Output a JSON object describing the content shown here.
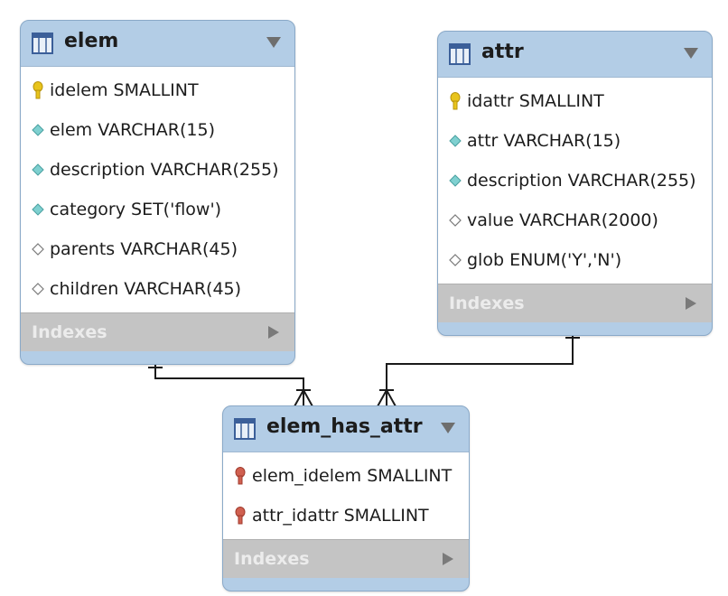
{
  "tables": {
    "elem": {
      "name": "elem",
      "columns": [
        {
          "text": "idelem SMALLINT",
          "icon": "key-icon"
        },
        {
          "text": "elem VARCHAR(15)",
          "icon": "filled-diamond-icon"
        },
        {
          "text": "description VARCHAR(255)",
          "icon": "filled-diamond-icon"
        },
        {
          "text": "category SET('flow')",
          "icon": "filled-diamond-icon"
        },
        {
          "text": "parents VARCHAR(45)",
          "icon": "hollow-diamond-icon"
        },
        {
          "text": "children VARCHAR(45)",
          "icon": "hollow-diamond-icon"
        }
      ],
      "indexes_label": "Indexes"
    },
    "attr": {
      "name": "attr",
      "columns": [
        {
          "text": "idattr SMALLINT",
          "icon": "key-icon"
        },
        {
          "text": "attr VARCHAR(15)",
          "icon": "filled-diamond-icon"
        },
        {
          "text": "description VARCHAR(255)",
          "icon": "filled-diamond-icon"
        },
        {
          "text": "value VARCHAR(2000)",
          "icon": "hollow-diamond-icon"
        },
        {
          "text": "glob ENUM('Y','N')",
          "icon": "hollow-diamond-icon"
        }
      ],
      "indexes_label": "Indexes"
    },
    "elem_has_attr": {
      "name": "elem_has_attr",
      "columns": [
        {
          "text": "elem_idelem SMALLINT",
          "icon": "foreign-key-icon"
        },
        {
          "text": "attr_idattr SMALLINT",
          "icon": "foreign-key-icon"
        }
      ],
      "indexes_label": "Indexes"
    }
  },
  "relationships": [
    {
      "from": "elem",
      "to": "elem_has_attr",
      "from_end": "one-and-only-one",
      "to_end": "one-or-many"
    },
    {
      "from": "attr",
      "to": "elem_has_attr",
      "from_end": "one-and-only-one",
      "to_end": "one-or-many"
    }
  ],
  "colors": {
    "header": "#b3cde6",
    "indexes_band": "#c4c4c4",
    "key": "#e8c41c",
    "foreign_key": "#d06050",
    "filled_diamond": "#7fd0d0"
  }
}
